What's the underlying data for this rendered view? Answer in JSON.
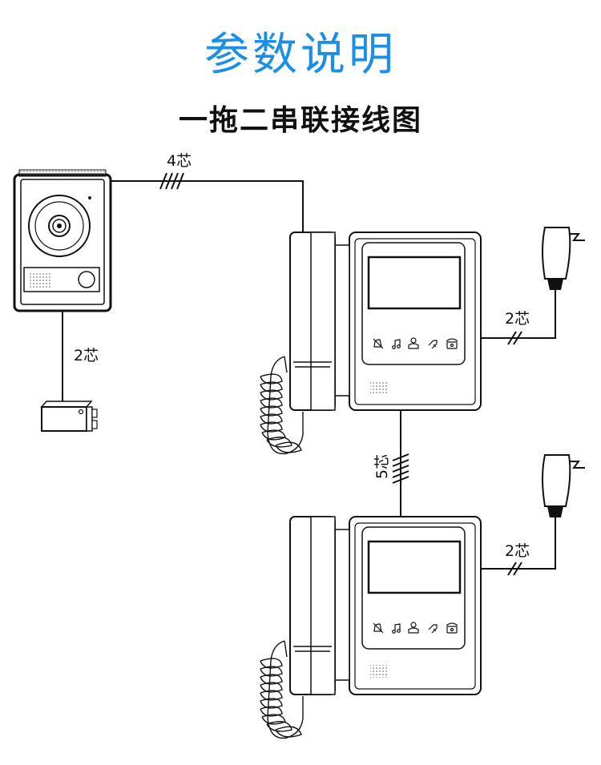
{
  "title": "参数说明",
  "subtitle": "一拖二串联接线图",
  "labels": {
    "outdoor_cable": "4芯",
    "lock_cable": "2芯",
    "power1_cable": "2芯",
    "link_cable": "5芯",
    "power2_cable": "2芯"
  },
  "colors": {
    "title": "#1b8fe6",
    "line": "#111111"
  }
}
